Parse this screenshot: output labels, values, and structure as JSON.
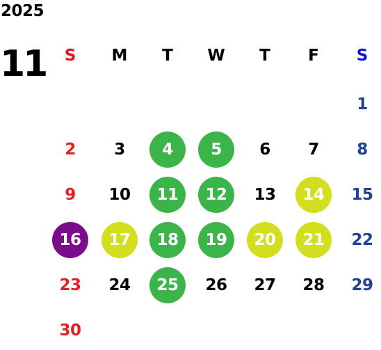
{
  "calendar": {
    "year": "2025",
    "month": "11",
    "weekdays": [
      {
        "label": "S",
        "color": "#e8141a"
      },
      {
        "label": "M",
        "color": "#000000"
      },
      {
        "label": "T",
        "color": "#000000"
      },
      {
        "label": "W",
        "color": "#000000"
      },
      {
        "label": "T",
        "color": "#000000"
      },
      {
        "label": "F",
        "color": "#000000"
      },
      {
        "label": "S",
        "color": "#0a14e0"
      }
    ],
    "colors": {
      "sunday_text": "#e41f1f",
      "saturday_text": "#1f4391",
      "weekday_text": "#000000",
      "green": "#3bb54a",
      "yellow": "#d3de1f",
      "purple": "#7b0c8c"
    },
    "days": [
      {
        "day": "1"
      },
      {
        "day": "2"
      },
      {
        "day": "3"
      },
      {
        "day": "4",
        "highlight": "green"
      },
      {
        "day": "5",
        "highlight": "green"
      },
      {
        "day": "6"
      },
      {
        "day": "7"
      },
      {
        "day": "8"
      },
      {
        "day": "9"
      },
      {
        "day": "10"
      },
      {
        "day": "11",
        "highlight": "green"
      },
      {
        "day": "12",
        "highlight": "green"
      },
      {
        "day": "13"
      },
      {
        "day": "14",
        "highlight": "yellow"
      },
      {
        "day": "15"
      },
      {
        "day": "16",
        "highlight": "purple"
      },
      {
        "day": "17",
        "highlight": "yellow"
      },
      {
        "day": "18",
        "highlight": "green"
      },
      {
        "day": "19",
        "highlight": "green"
      },
      {
        "day": "20",
        "highlight": "yellow"
      },
      {
        "day": "21",
        "highlight": "yellow"
      },
      {
        "day": "22"
      },
      {
        "day": "23"
      },
      {
        "day": "24"
      },
      {
        "day": "25",
        "highlight": "green"
      },
      {
        "day": "26"
      },
      {
        "day": "27"
      },
      {
        "day": "28"
      },
      {
        "day": "29"
      },
      {
        "day": "30"
      }
    ]
  }
}
